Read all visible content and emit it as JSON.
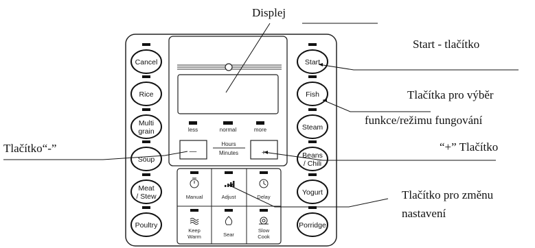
{
  "callouts": {
    "display": "Displej",
    "start": "Start - tlačítko",
    "function_select_line1": "Tlačítka pro výběr",
    "function_select_line2": "funkce/režimu fungování",
    "minus": "Tlačítko“-”",
    "plus": "“+” Tlačítko",
    "adjust_line1": "Tlačítko pro změnu",
    "adjust_line2": "nastavení"
  },
  "left_buttons": [
    "Cancel",
    "Rice",
    "Multi grain",
    "Soup",
    "Meat / Stew",
    "Poultry"
  ],
  "right_buttons": [
    "Start",
    "Fish",
    "Steam",
    "Beans / Chili",
    "Yogurt",
    "Porridge"
  ],
  "pressure_levels": [
    "less",
    "normal",
    "more"
  ],
  "time_unit": {
    "hours": "Hours",
    "minutes": "Minutes"
  },
  "signs": {
    "minus": "—",
    "plus": "+"
  },
  "center_buttons": [
    {
      "label": "Manual",
      "icon": "timer-icon"
    },
    {
      "label": "Adjust",
      "icon": "bars-icon"
    },
    {
      "label": "Delay",
      "icon": "clock-icon"
    },
    {
      "label": "Keep Warm",
      "icon": "heat-waves-icon"
    },
    {
      "label": "Sear",
      "icon": "flame-icon"
    },
    {
      "label": "Slow Cook",
      "icon": "snail-icon"
    }
  ]
}
